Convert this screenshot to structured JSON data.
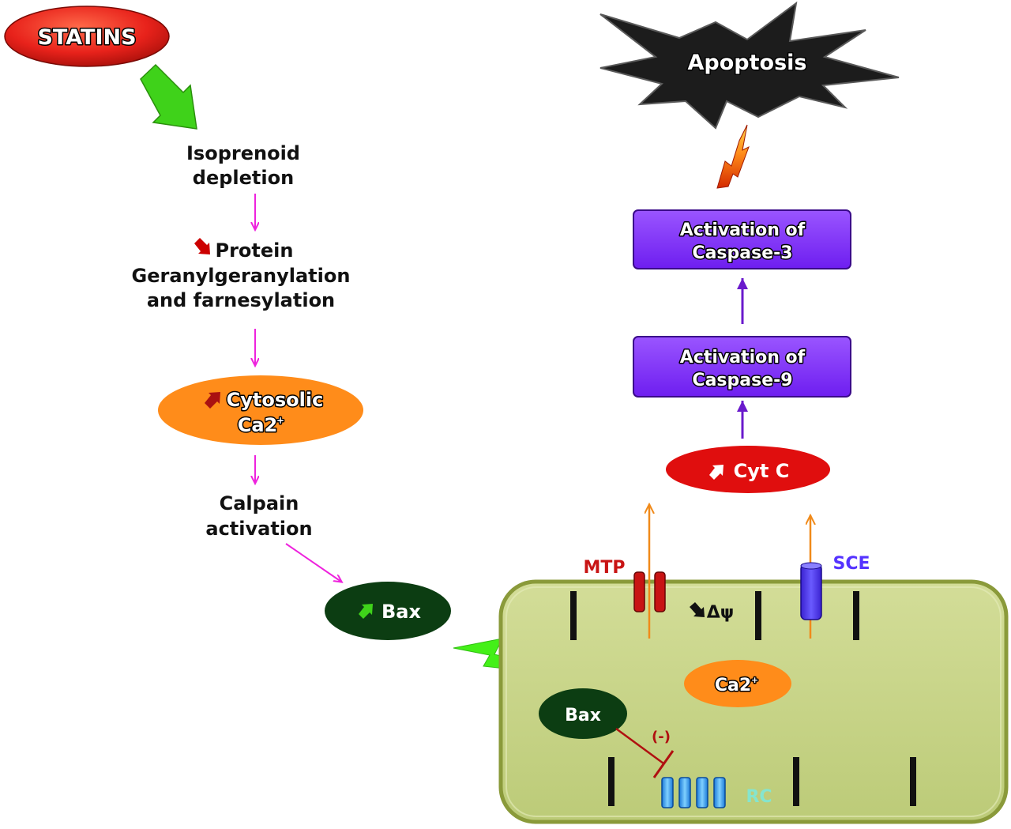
{
  "nodes": {
    "statins": "STATINS",
    "isoprenoid_line1": "Isoprenoid",
    "isoprenoid_line2": "depletion",
    "protein_line1": "Protein",
    "protein_line2": "Geranylgeranylation",
    "protein_line3": "and farnesylation",
    "cytosolic_line1": "Cytosolic",
    "cytosolic_line2": "Ca2",
    "cytosolic_sup": "+",
    "calpain_line1": "Calpain",
    "calpain_line2": "activation",
    "bax_outside": "Bax",
    "bax_inside": "Bax",
    "apoptosis": "Apoptosis",
    "caspase3_line1": "Activation of",
    "caspase3_line2": "Caspase-3",
    "caspase9_line1": "Activation of",
    "caspase9_line2": "Caspase-9",
    "cytc": "Cyt C",
    "mtp": "MTP",
    "sce": "SCE",
    "delta_psi": "Δψ",
    "mito_ca": "Ca2",
    "mito_ca_sup": "+",
    "inhibit": "(-)",
    "rc": "RC"
  },
  "colors": {
    "statins_fill": "#e8221b",
    "green_arrow": "#3fd21a",
    "magenta_arrow": "#ee22dd",
    "orange_fill": "#ff8c1a",
    "dark_green": "#0c3d12",
    "purple_box": "#7a22ff",
    "purple_arrow": "#6a1acc",
    "red_ellipse": "#e00e0e",
    "mito_fill": "#c8d58c",
    "mito_border": "#8a9a3a",
    "orange_line": "#f08a1a",
    "mtp_color": "#c81414",
    "sce_color": "#5533ff",
    "rc_color": "#2aa8ff",
    "inhibit_color": "#b01010",
    "down_icon": "#cc0000",
    "up_icon_dark_red": "#aa1111"
  }
}
